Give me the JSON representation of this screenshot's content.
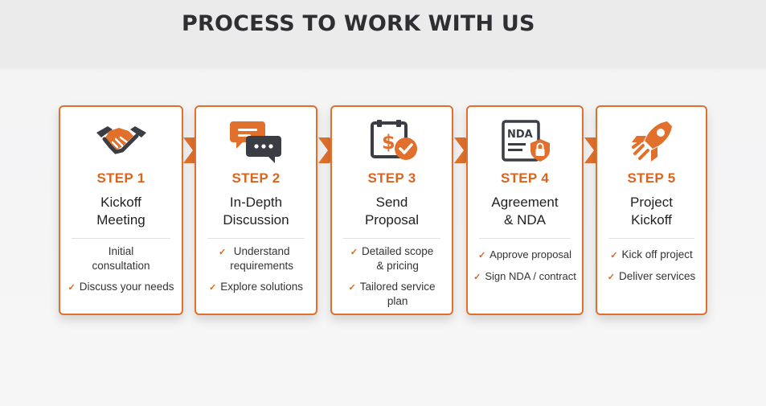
{
  "title": "PROCESS TO WORK WITH US",
  "colors": {
    "accent": "#e0702c",
    "accent_text": "#d9651f",
    "icon_dark": "#3a3d44"
  },
  "steps": [
    {
      "icon": "handshake-icon",
      "label": "STEP 1",
      "title_lines": [
        "Kickoff",
        "Meeting"
      ],
      "points": [
        {
          "text_lines": [
            "Initial",
            "consultation"
          ],
          "check": false
        },
        {
          "text_lines": [
            "Discuss your needs"
          ],
          "check": true
        }
      ]
    },
    {
      "icon": "chat-bubbles-icon",
      "label": "STEP 2",
      "title_lines": [
        "In-Depth",
        "Discussion"
      ],
      "points": [
        {
          "text_lines": [
            "Understand",
            "requirements"
          ],
          "check": true
        },
        {
          "text_lines": [
            "Explore solutions"
          ],
          "check": true
        }
      ]
    },
    {
      "icon": "proposal-dollar-icon",
      "label": "STEP 3",
      "title_lines": [
        "Send",
        "Proposal"
      ],
      "points": [
        {
          "text_lines": [
            "Detailed scope",
            "& pricing"
          ],
          "check": true
        },
        {
          "text_lines": [
            "Tailored service",
            "plan"
          ],
          "check": true
        }
      ]
    },
    {
      "icon": "nda-document-icon",
      "icon_text": "NDA",
      "label": "STEP 4",
      "title_lines": [
        "Agreement",
        "& NDA"
      ],
      "points": [
        {
          "text_lines": [
            "Approve proposal"
          ],
          "check": true
        },
        {
          "text_lines": [
            "Sign NDA / contract"
          ],
          "check": true
        }
      ]
    },
    {
      "icon": "rocket-icon",
      "label": "STEP 5",
      "title_lines": [
        "Project",
        "Kickoff"
      ],
      "points": [
        {
          "text_lines": [
            "Kick off project"
          ],
          "check": true
        },
        {
          "text_lines": [
            "Deliver services"
          ],
          "check": true
        }
      ]
    }
  ]
}
